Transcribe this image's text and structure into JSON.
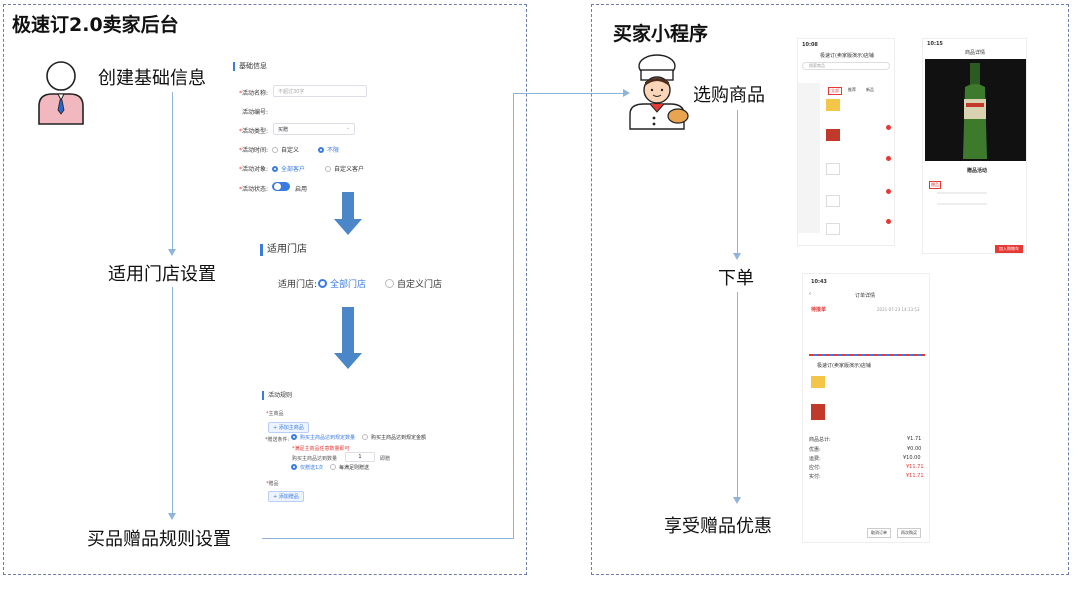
{
  "seller": {
    "title": "极速订2.0卖家后台",
    "steps": [
      "创建基础信息",
      "适用门店设置",
      "买品赠品规则设置"
    ]
  },
  "buyer": {
    "title": "买家小程序",
    "steps": [
      "选购商品",
      "下单",
      "享受赠品优惠"
    ]
  },
  "basic_form": {
    "section_title": "基础信息",
    "name_label": "活动名称:",
    "name_placeholder": "不超过30字",
    "code_label": "活动编号:",
    "type_label": "活动类型:",
    "type_value": "买赠",
    "time_label": "活动时间:",
    "time_opt1": "自定义",
    "time_opt2": "不限",
    "target_label": "活动对象:",
    "target_opt1": "全部客户",
    "target_opt2": "自定义客户",
    "status_label": "活动状态:",
    "status_value": "启用"
  },
  "store_form": {
    "section_title": "适用门店",
    "label": "适用门店:",
    "opt1": "全部门店",
    "opt2": "自定义门店"
  },
  "rule_form": {
    "section_title": "活动规则",
    "main_label": "主商品",
    "add_main": "+ 添加主商品",
    "cond_label": "*赠送条件:",
    "cond_opt1": "购买主商品达到规定数量",
    "cond_opt2": "购买主商品达到规定金额",
    "cond_hint": "*满足主商品任意数量即可",
    "qty_label": "购买主商品达到数量",
    "qty_value": "1",
    "qty_unit": "即赠",
    "once_opt1": "仅赠送1次",
    "once_opt2": "每满足则赠送",
    "gift_label": "赠品",
    "add_gift": "+ 添加赠品"
  },
  "phone_checkout": {
    "time": "10:43",
    "title": "订单详情",
    "status": "待接单",
    "date": "2021-07-23 14:13:53",
    "shop": "极速订(卖家版演示)店铺",
    "subtotal_label": "商品总计:",
    "subtotal": "¥1.71",
    "discount_label": "优惠:",
    "discount": "¥0.00",
    "freight_label": "运费:",
    "freight": "¥10.00",
    "pay_label": "应付:",
    "pay": "¥11.71",
    "paid_label": "实付:",
    "paid": "¥11.71",
    "btn1": "取消订单",
    "btn2": "再次购买"
  },
  "phone_shop": {
    "time": "10:08",
    "shop": "极速订(卖家版演示)店铺",
    "search_placeholder": "搜索商品",
    "tabs": [
      "全部",
      "推荐",
      "新品"
    ]
  },
  "phone_detail": {
    "time": "10:15",
    "title": "商品详情",
    "popup_title": "赠品活动",
    "gift_tag": "赠品",
    "add_cart": "加入购物车"
  },
  "colors": {
    "accent": "#3a7be0",
    "arrow": "#4a86c8",
    "line": "#8fb3d9",
    "red": "#e53935"
  }
}
